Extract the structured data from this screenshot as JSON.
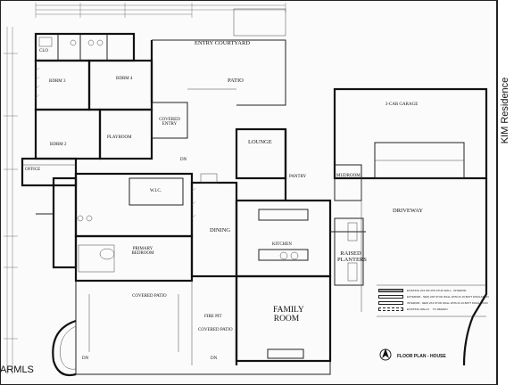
{
  "project": {
    "title": "KIM Residence",
    "watermark": "ARMLS"
  },
  "plan": {
    "title": "FLOOR PLAN - HOUSE"
  },
  "rooms": {
    "entry_courtyard": "ENTRY COURTYARD",
    "patio": "PATIO",
    "bdrm3": "BDRM 3",
    "bdrm4": "BDRM 4",
    "bdrm2": "BDRM 2",
    "playroom": "PLAYROOM",
    "covered_entry": "COVERED ENTRY",
    "office": "OFFICE",
    "lounge": "LOUNGE",
    "wic": "W.I.C.",
    "dining": "DINING",
    "kitchen": "KITCHEN",
    "primary_bedroom": "PRIMARY BEDROOM",
    "covered_patio_left": "COVERED PATIO",
    "covered_patio_right": "COVERED PATIO",
    "family_room": "FAMILY ROOM",
    "garage": "3-CAR GARAGE",
    "driveway": "DRIVEWAY",
    "raised_planters": "RAISED PLANTERS",
    "mudroom": "MUDROOM",
    "pantry": "PANTRY",
    "clo": "CLO",
    "dn_top": "DN",
    "dn_bottom_left": "DN",
    "dn_bottom_right": "DN",
    "fire_pit": "FIRE PIT"
  },
  "legend": {
    "existing": "EXISTING 2X4 OR 2X6 STUD WALL - INTERIOR",
    "exterior_new": "EXTERIOR - NEW 2X6 STUD WALL WITH R-19 BATT INSULATION",
    "interior_new": "INTERIOR - NEW 2X4 STUD WALL WITH R-13 BATT INSULATION",
    "existing_walls": "EXISTING WALLS",
    "to_remain": "TO REMAIN"
  },
  "colors": {
    "existing_wall_swatch": "#999999",
    "new_wall_swatch": "#ffffff",
    "line": "#111111"
  }
}
